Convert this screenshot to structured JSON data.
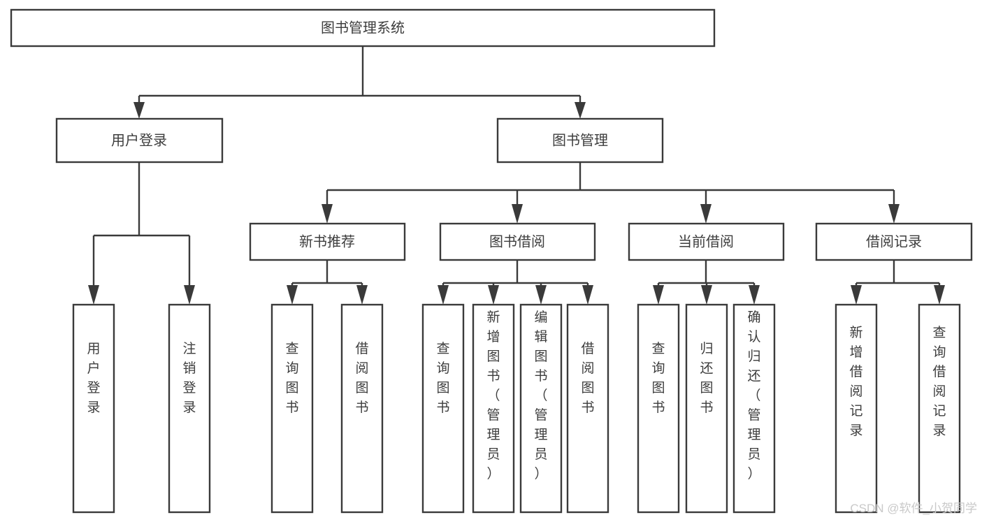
{
  "diagram": {
    "title": "图书管理系统",
    "type": "tree-hierarchy",
    "orientation": "top-down",
    "colors": {
      "box_stroke": "#3a3a3a",
      "box_fill": "#ffffff",
      "connector": "#3a3a3a",
      "text": "#3d3d3d",
      "watermark": "#c9c9c9",
      "background": "#ffffff"
    },
    "root": {
      "label": "图书管理系统"
    },
    "level2": [
      {
        "label": "用户登录"
      },
      {
        "label": "图书管理"
      }
    ],
    "level3": [
      {
        "label": "新书推荐"
      },
      {
        "label": "图书借阅"
      },
      {
        "label": "当前借阅"
      },
      {
        "label": "借阅记录"
      }
    ],
    "leaves": {
      "user_login": [
        {
          "label": "用户登录"
        },
        {
          "label": "注销登录"
        }
      ],
      "new_book_recommend": [
        {
          "label": "查询图书"
        },
        {
          "label": "借阅图书"
        }
      ],
      "book_borrow": [
        {
          "label": "查询图书"
        },
        {
          "label": "新增图书（管理员）"
        },
        {
          "label": "编辑图书（管理员）"
        },
        {
          "label": "借阅图书"
        }
      ],
      "current_borrow": [
        {
          "label": "查询图书"
        },
        {
          "label": "归还图书"
        },
        {
          "label": "确认归还（管理员）"
        }
      ],
      "borrow_record": [
        {
          "label": "新增借阅记录"
        },
        {
          "label": "查询借阅记录"
        }
      ]
    },
    "watermark": {
      "text": "CSDN @软件_小贺同学"
    }
  }
}
